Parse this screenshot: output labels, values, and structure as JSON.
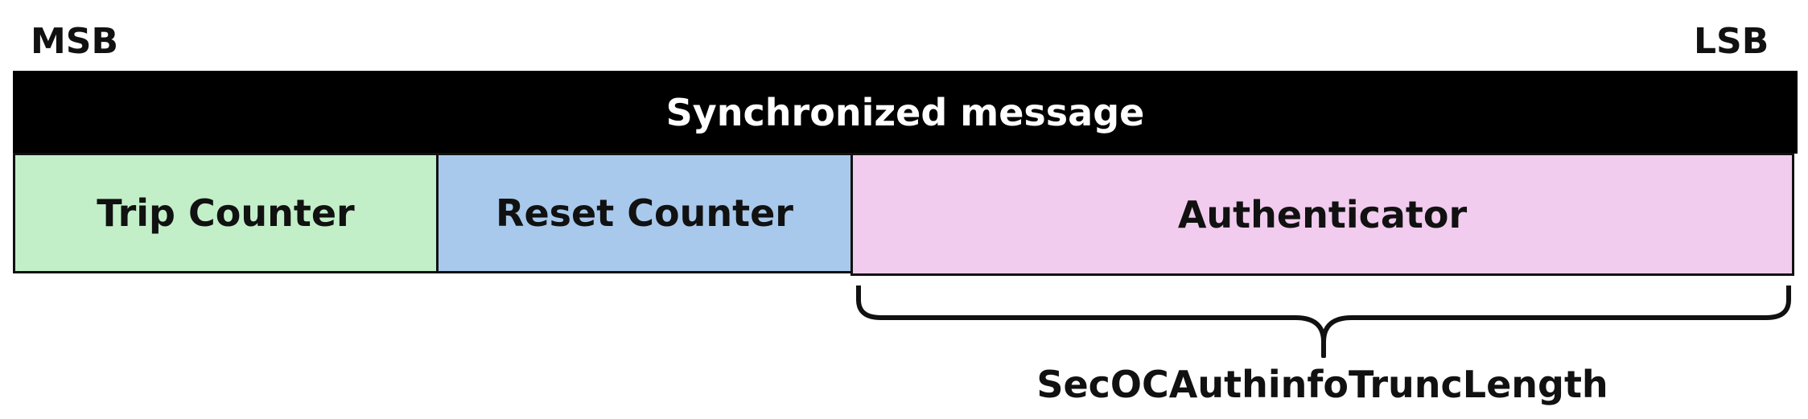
{
  "bit_order": {
    "left_label": "MSB",
    "right_label": "LSB"
  },
  "header": {
    "title": "Synchronized message"
  },
  "fields": [
    {
      "label": "Trip Counter",
      "color": "#c2efc8"
    },
    {
      "label": "Reset Counter",
      "color": "#a8c9ec"
    },
    {
      "label": "Authenticator",
      "color": "#f1ccee"
    }
  ],
  "brace": {
    "label": "SecOCAuthinfoTruncLength"
  }
}
